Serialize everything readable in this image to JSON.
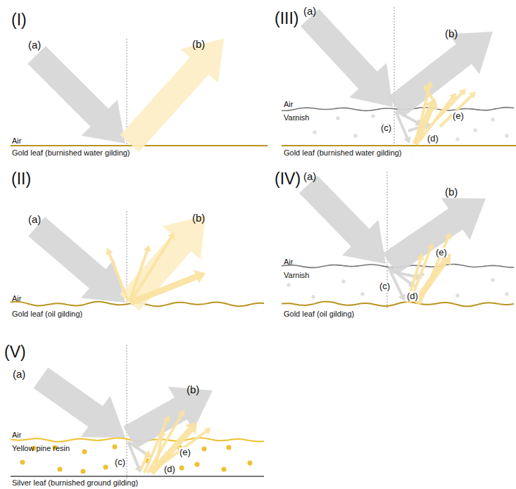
{
  "diagram": {
    "labels": [
      "(I)",
      "(a)",
      "(b)",
      "Air",
      "Gold leaf (burnished water gilding)",
      "(III)",
      "(a)",
      "(b)",
      "Air",
      "Varnish",
      "(c)",
      "(e)",
      "(d)",
      "Gold leaf (burnished water gilding)",
      "(II)",
      "(a)",
      "(b)",
      "Air",
      "Gold leaf (oil gilding)",
      "(IV)",
      "(a)",
      "(b)",
      "Air",
      "Varnish",
      "(e)",
      "(c)",
      "(d)",
      "Gold leaf (oil gilding)",
      "(V)",
      "(a)",
      "(b)",
      "Air",
      "Yellow pine resin",
      "(e)",
      "(c)",
      "(d)",
      "Silver leaf (burnished ground gilding)"
    ]
  }
}
